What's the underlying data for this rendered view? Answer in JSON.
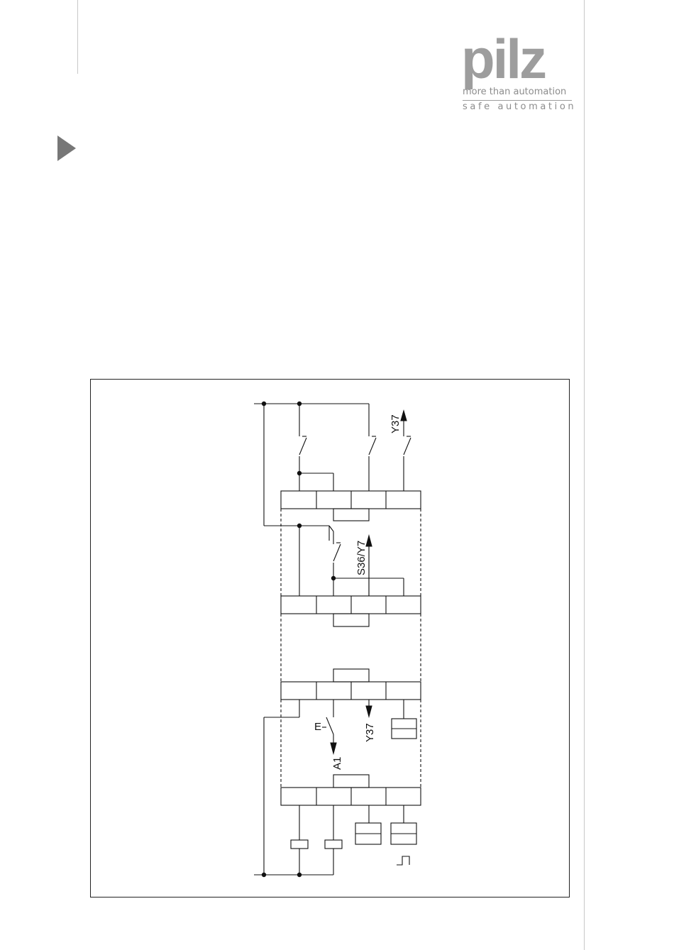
{
  "logo": {
    "wordmark": "pilz",
    "tagline_1": "more than automation",
    "tagline_2": "safe automation",
    "color": "#9d9d9d"
  },
  "section_marker": {
    "icon": "triangle-right-icon",
    "color": "#777777"
  },
  "diagram": {
    "labels": {
      "y37_top": "Y37",
      "s36_y7": "S36/Y7",
      "y37_bottom": "Y37",
      "a1": "A1",
      "e": "E"
    }
  }
}
